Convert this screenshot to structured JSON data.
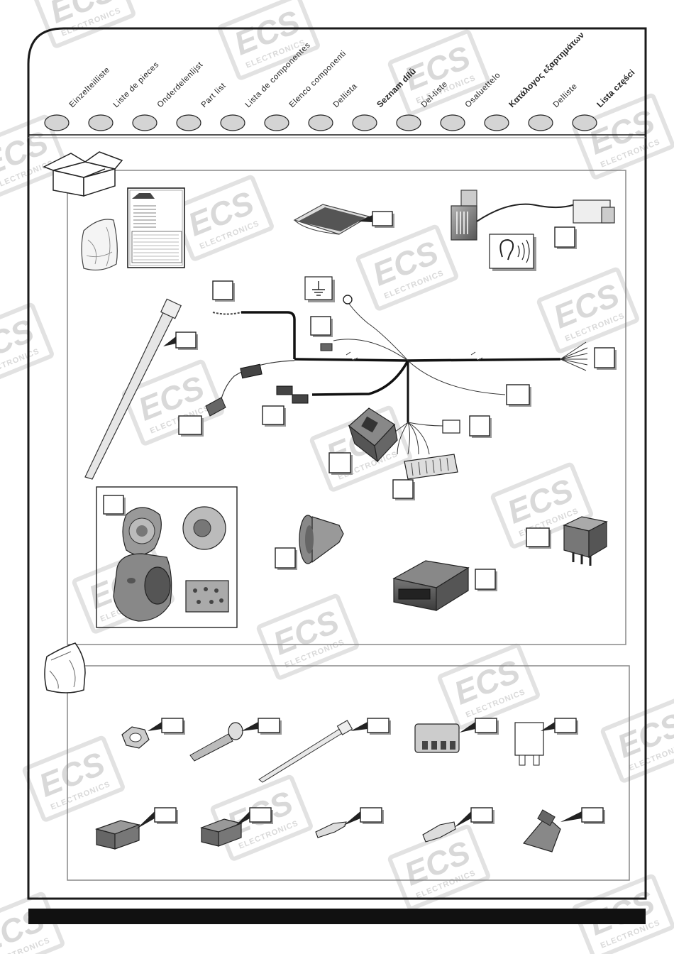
{
  "languages": [
    {
      "label": "Einzelteilliste",
      "bold": false
    },
    {
      "label": "Liste de pieces",
      "bold": false
    },
    {
      "label": "Onderdelenlijst",
      "bold": false
    },
    {
      "label": "Part list",
      "bold": false
    },
    {
      "label": "Lista de componentes",
      "bold": false
    },
    {
      "label": "Elenco componenti",
      "bold": false
    },
    {
      "label": "Dellista",
      "bold": false
    },
    {
      "label": "Seznam dílů",
      "bold": true
    },
    {
      "label": "Del-liste",
      "bold": false
    },
    {
      "label": "Osaluettelo",
      "bold": false
    },
    {
      "label": "Κατάλογος εξαρτημάτων",
      "bold": true
    },
    {
      "label": "Delliste",
      "bold": false
    },
    {
      "label": "Lista części",
      "bold": true
    }
  ],
  "watermark": {
    "brand": "ECS",
    "sub": "ELECTRONICS"
  },
  "colors": {
    "frame": "#1a1a1a",
    "panel_border": "#888888",
    "watermark": "#d9d9d9",
    "label_bubble": "#d4d4d4",
    "footer_bar": "#111111"
  }
}
